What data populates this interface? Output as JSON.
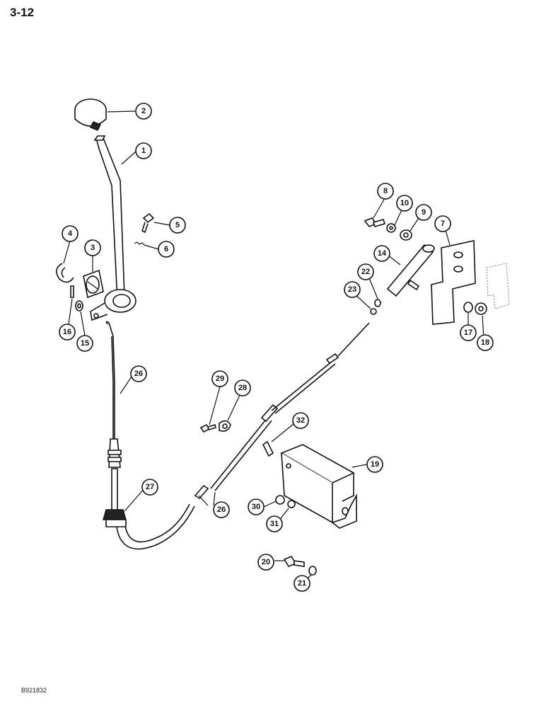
{
  "page": {
    "number": "3-12",
    "figure_code": "B921832"
  },
  "callouts": [
    "1",
    "2",
    "3",
    "4",
    "5",
    "6",
    "7",
    "8",
    "9",
    "10",
    "14",
    "15",
    "16",
    "17",
    "18",
    "19",
    "20",
    "21",
    "22",
    "23",
    "26",
    "26",
    "27",
    "28",
    "29",
    "30",
    "31",
    "32"
  ]
}
